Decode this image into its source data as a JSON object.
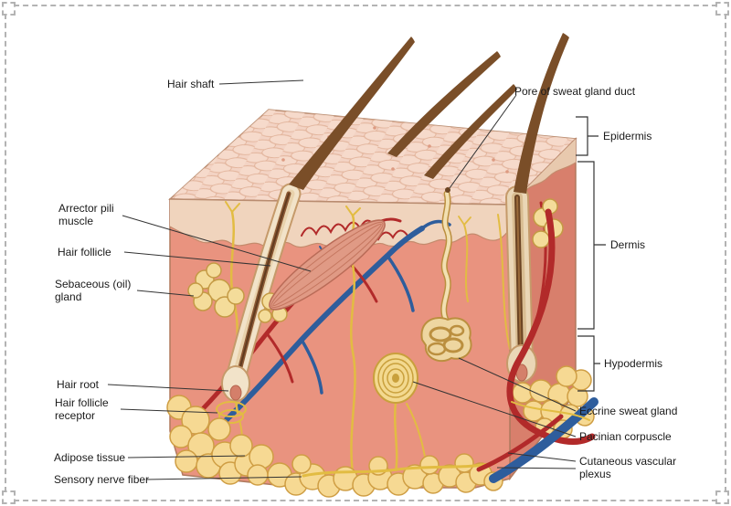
{
  "labels": {
    "hair_shaft": "Hair shaft",
    "pore": "Pore of sweat gland duct",
    "epidermis": "Epidermis",
    "dermis": "Dermis",
    "hypodermis": "Hypodermis",
    "arrector_pili": "Arrector pili muscle",
    "hair_follicle": "Hair follicle",
    "sebaceous": "Sebaceous (oil) gland",
    "hair_root": "Hair root",
    "hair_follicle_receptor": "Hair follicle receptor",
    "adipose": "Adipose tissue",
    "sensory_nerve": "Sensory nerve fiber",
    "eccrine": "Eccrine sweat gland",
    "pacinian": "Pacinian corpuscle",
    "cutaneous_plexus": "Cutaneous vascular plexus"
  },
  "palette": {
    "epidermis_surface": "#f3d3c4",
    "epidermis_band": "#f0d4bd",
    "dermis_front": "#e9937f",
    "dermis_side": "#d87f6c",
    "adipose_fill": "#f6d993",
    "adipose_outline": "#cf9e44",
    "artery_red": "#b22a2a",
    "vein_blue": "#2e5d9c",
    "nerve_yellow": "#e2bc42",
    "hair_brown": "#7a4e28",
    "follicle_cream": "#f2e3c9",
    "follicle_outline": "#c59a6a",
    "muscle_pink": "#e09a85",
    "leader_line": "#333333",
    "border_dash": "#b3b3b3"
  }
}
